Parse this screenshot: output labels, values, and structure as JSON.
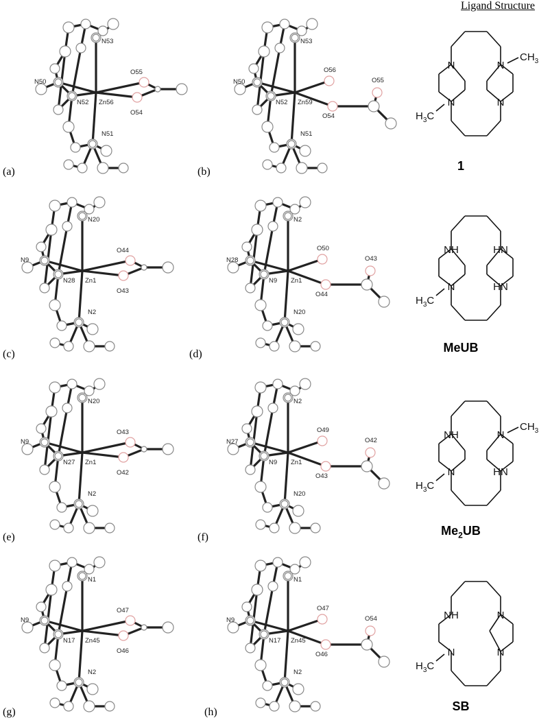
{
  "header": "Ligand Structure",
  "panels": [
    {
      "label": "(a)",
      "atoms": {
        "n_top": "N53",
        "n_left": "N50",
        "n_center": "N52",
        "n_bottom": "N51",
        "zn": "Zn56",
        "o_up": "O55",
        "o_down": "O54"
      }
    },
    {
      "label": "(b)",
      "atoms": {
        "n_top": "N53",
        "n_left": "N50",
        "n_center": "N52",
        "n_bottom": "N51",
        "zn": "Zn59",
        "o_up": "O56",
        "o_mid": "O54",
        "o_far": "O55"
      }
    },
    {
      "label": "(c)",
      "atoms": {
        "n_top": "N20",
        "n_left": "N9",
        "n_center": "N28",
        "n_bottom": "N2",
        "zn": "Zn1",
        "o_up": "O44",
        "o_down": "O43"
      }
    },
    {
      "label": "(d)",
      "atoms": {
        "n_top": "N2",
        "n_left": "N28",
        "n_center": "N9",
        "n_bottom": "N20",
        "zn": "Zn1",
        "o_up": "O50",
        "o_mid": "O44",
        "o_far": "O43"
      }
    },
    {
      "label": "(e)",
      "atoms": {
        "n_top": "N20",
        "n_left": "N9",
        "n_center": "N27",
        "n_bottom": "N2",
        "zn": "Zn1",
        "o_up": "O43",
        "o_down": "O42"
      }
    },
    {
      "label": "(f)",
      "atoms": {
        "n_top": "N2",
        "n_left": "N27",
        "n_center": "N9",
        "n_bottom": "N20",
        "zn": "Zn1",
        "o_up": "O49",
        "o_mid": "O43",
        "o_far": "O42"
      }
    },
    {
      "label": "(g)",
      "atoms": {
        "n_top": "N1",
        "n_left": "N9",
        "n_center": "N17",
        "n_bottom": "N2",
        "zn": "Zn45",
        "o_up": "O47",
        "o_down": "O46"
      }
    },
    {
      "label": "(h)",
      "atoms": {
        "n_top": "N1",
        "n_left": "N9",
        "n_center": "N17",
        "n_bottom": "N2",
        "zn": "Zn45",
        "o_up": "O47",
        "o_mid": "O46",
        "o_far": "O54"
      }
    }
  ],
  "ligands": [
    {
      "name": "1",
      "labels": {
        "tl": "N",
        "tr": "N",
        "tr_sub": "CH",
        "tr_sub_idx": "3",
        "br": "N",
        "bl": "N",
        "bl_pre": "H",
        "bl_pre_idx": "3",
        "bl_pre_tail": "C"
      }
    },
    {
      "name": "MeUB",
      "labels": {
        "tl": "NH",
        "tr": "HN",
        "br": "HN",
        "bl": "N",
        "bl_pre": "H",
        "bl_pre_idx": "3",
        "bl_pre_tail": "C"
      }
    },
    {
      "name_main": "Me",
      "name_idx": "2",
      "name_tail": "UB",
      "labels": {
        "tl": "NH",
        "tr": "N",
        "tr_sub": "CH",
        "tr_sub_idx": "3",
        "br": "HN",
        "bl": "N",
        "bl_pre": "H",
        "bl_pre_idx": "3",
        "bl_pre_tail": "C"
      }
    },
    {
      "name": "SB",
      "labels": {
        "tl": "NH",
        "tr": "N",
        "br": "N",
        "bl": "N",
        "bl_pre": "H",
        "bl_pre_idx": "3",
        "bl_pre_tail": "C"
      }
    }
  ]
}
